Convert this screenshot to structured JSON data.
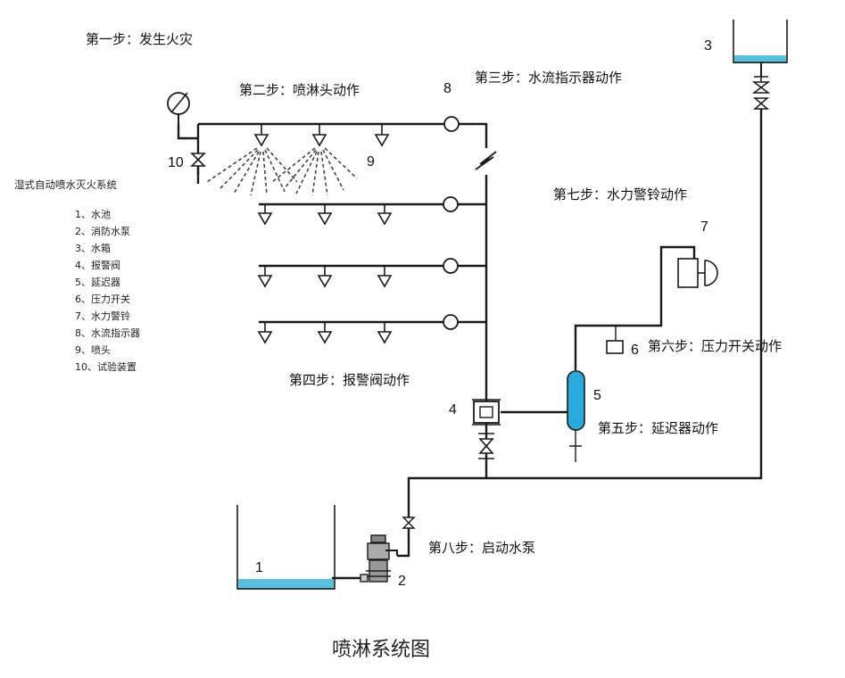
{
  "caption": "喷淋系统图",
  "steps": {
    "s1": "第一步：发生火灾",
    "s2": "第二步：喷淋头动作",
    "s3": "第三步：水流指示器动作",
    "s4": "第四步：报警阀动作",
    "s5": "第五步：延迟器动作",
    "s6": "第六步：压力开关动作",
    "s7": "第七步：水力警铃动作",
    "s8": "第八步：启动水泵"
  },
  "legend": {
    "title": "湿式自动喷水灭火系统",
    "items": [
      "1、水池",
      "2、消防水泵",
      "3、水箱",
      "4、报警阀",
      "5、延迟器",
      "6、压力开关",
      "7、水力警铃",
      "8、水流指示器",
      "9、喷头",
      "10、试验装置"
    ]
  },
  "numbers": {
    "n1": "1",
    "n2": "2",
    "n3": "3",
    "n4": "4",
    "n5": "5",
    "n6": "6",
    "n7": "7",
    "n8": "8",
    "n9": "9",
    "n10": "10"
  },
  "colors": {
    "water": "#5bc0de",
    "retarder": "#2aa9dc",
    "pipe": "#1a1a1a"
  }
}
